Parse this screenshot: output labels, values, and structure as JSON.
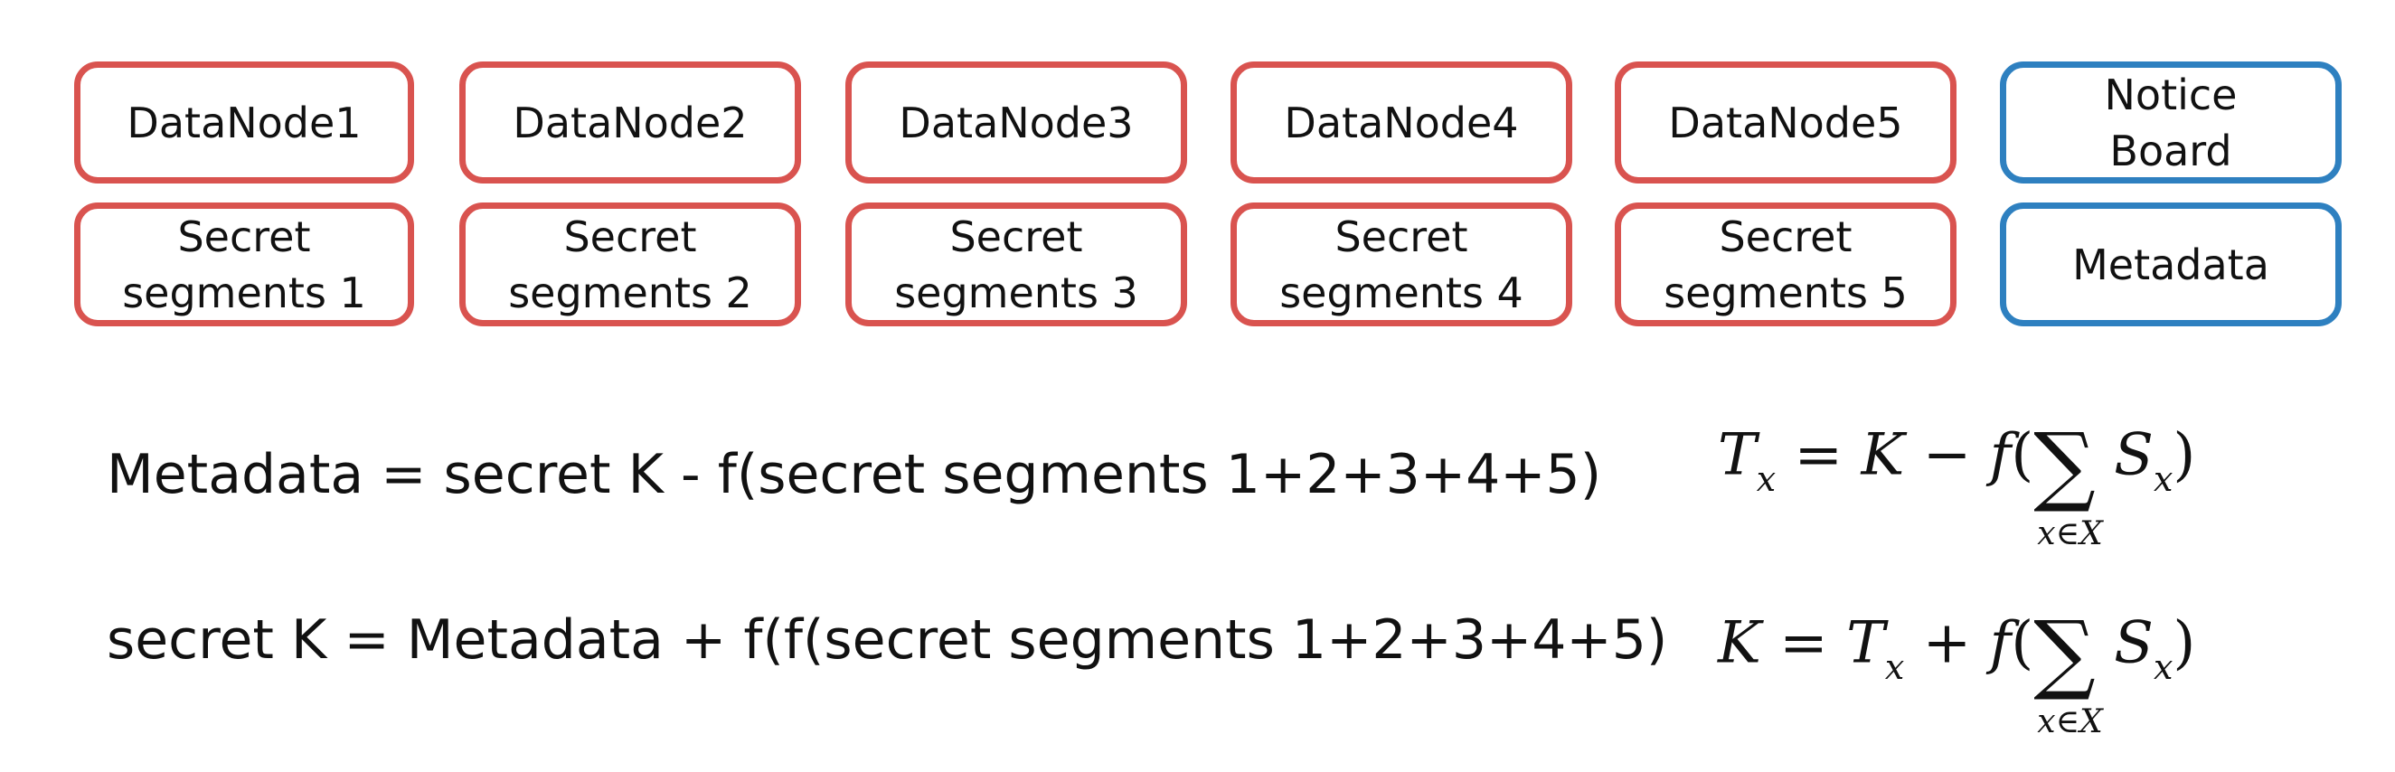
{
  "datanodes": [
    {
      "label": "DataNode1",
      "secret": [
        "Secret",
        "segments 1"
      ]
    },
    {
      "label": "DataNode2",
      "secret": [
        "Secret",
        "segments 2"
      ]
    },
    {
      "label": "DataNode3",
      "secret": [
        "Secret",
        "segments 3"
      ]
    },
    {
      "label": "DataNode4",
      "secret": [
        "Secret",
        "segments 4"
      ]
    },
    {
      "label": "DataNode5",
      "secret": [
        "Secret",
        "segments 5"
      ]
    }
  ],
  "notice_board": {
    "line1": "Notice",
    "line2": "Board"
  },
  "metadata_box": "Metadata",
  "equations": {
    "eq1": "Metadata = secret K - f(secret segments 1+2+3+4+5)",
    "eq2": "secret K = Metadata + f(f(secret segments 1+2+3+4+5)"
  },
  "formulas": {
    "f1": {
      "lhs": "T",
      "lhs_sub": "x",
      "op1": "=",
      "k": "K",
      "minus": "−",
      "f": "f",
      "open": "(",
      "sigma": "∑",
      "under": "x∈X",
      "s": "S",
      "s_sub": "x",
      "close": ")"
    },
    "f2": {
      "k": "K",
      "eq": "=",
      "t": "T",
      "t_sub": "x",
      "plus": "+",
      "f": "f",
      "open": "(",
      "sigma": "∑",
      "under": "x∈X",
      "s": "S",
      "s_sub": "x",
      "close": ")"
    }
  },
  "colors": {
    "node_border": "#d9534f",
    "notice_border": "#2e80c0"
  }
}
